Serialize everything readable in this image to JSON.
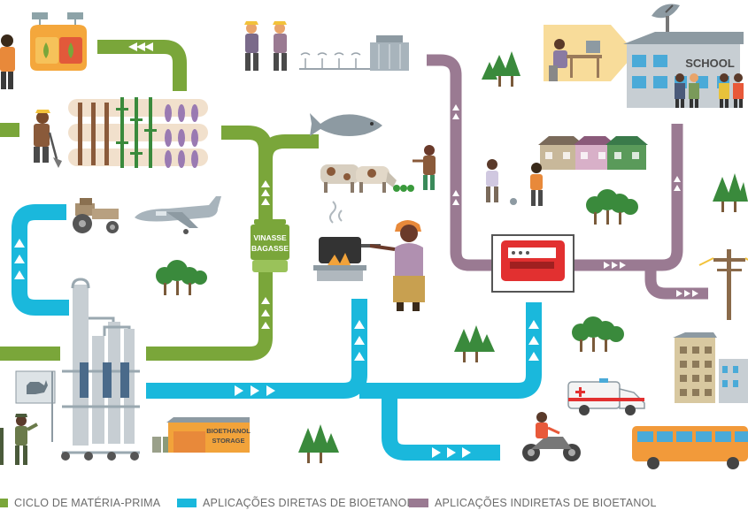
{
  "labels": {
    "school": "SCHOOL",
    "vinasse_line1": "VINASSE",
    "vinasse_line2": "BAGASSE",
    "storage_line1": "BIOETHANOL",
    "storage_line2": "STORAGE"
  },
  "legend": [
    {
      "label": "CICLO DE MATÉRIA-PRIMA",
      "color": "#7aa63a"
    },
    {
      "label": "APLICAÇÕES DIRETAS DE BIOETANOL",
      "color": "#1ab8dc"
    },
    {
      "label": "APLICAÇÕES INDIRETAS DE BIOETANOL",
      "color": "#9a7a92"
    }
  ],
  "colors": {
    "green_path": "#7aa63a",
    "blue_path": "#1ab8dc",
    "purple_path": "#9a7a92",
    "tree": "#3a8a3c",
    "generator_red": "#e23030",
    "storage_orange": "#f2a33a",
    "bus_orange": "#f29a3a"
  },
  "icons": [
    "person-icon",
    "farmer-icon",
    "crop-bag-icon",
    "crops-field-icon",
    "tractor-icon",
    "airplane-icon",
    "fish-icon",
    "cows-icon",
    "cooking-stove-icon",
    "woman-cooking-icon",
    "houses-icon",
    "football-players-icon",
    "generator-icon",
    "school-icon",
    "satellite-dish-icon",
    "teacher-computer-icon",
    "students-icon",
    "irrigation-icon",
    "trees-icon",
    "power-pole-icon",
    "ambulance-icon",
    "motorbike-icon",
    "bus-icon",
    "buildings-icon",
    "distillery-icon",
    "soldier-icon",
    "sign-hand-icon",
    "storage-tank-icon"
  ]
}
